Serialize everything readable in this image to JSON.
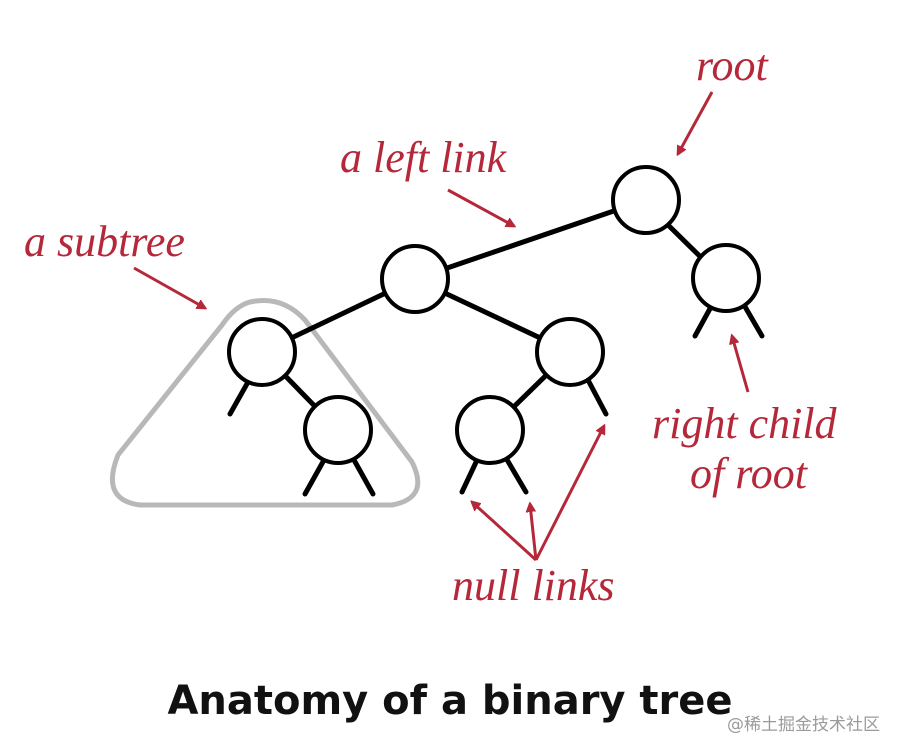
{
  "labels": {
    "root": "root",
    "left_link": "a left link",
    "subtree": "a subtree",
    "right_child_line1": "right child",
    "right_child_line2": "of root",
    "null_links": "null links"
  },
  "title": "Anatomy of a binary tree",
  "watermark": "@稀土掘金技术社区",
  "colors": {
    "annotation": "#b5283a",
    "tree": "#000000",
    "subtree_outline": "#b8b8b8"
  }
}
